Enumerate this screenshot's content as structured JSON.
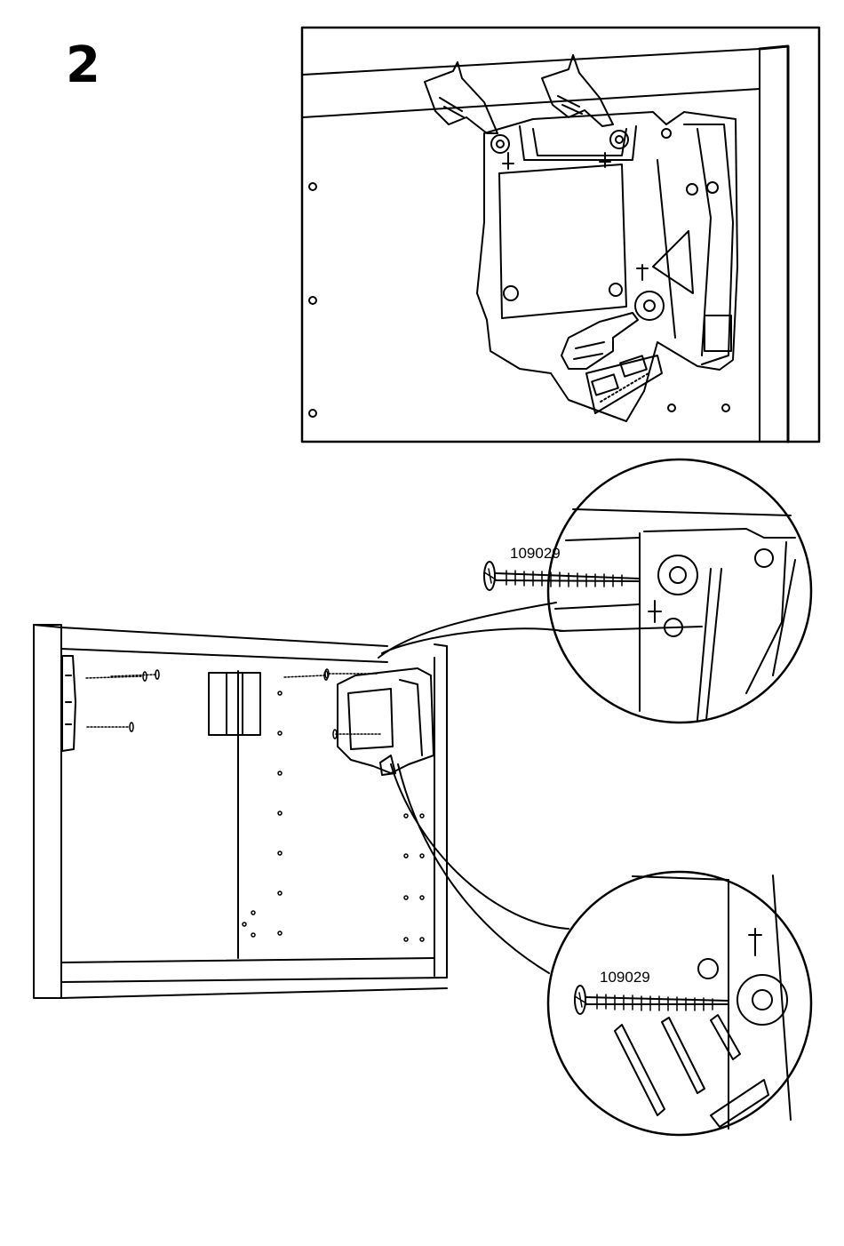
{
  "step": {
    "number": "2"
  },
  "callouts": {
    "top_screw_part": "109029",
    "bottom_screw_part": "109029"
  },
  "colors": {
    "ink": "#000000",
    "paper": "#ffffff"
  },
  "icons": [
    "pointing-hand-icon",
    "screw-icon",
    "hinge-mechanism-icon",
    "cabinet-icon"
  ]
}
